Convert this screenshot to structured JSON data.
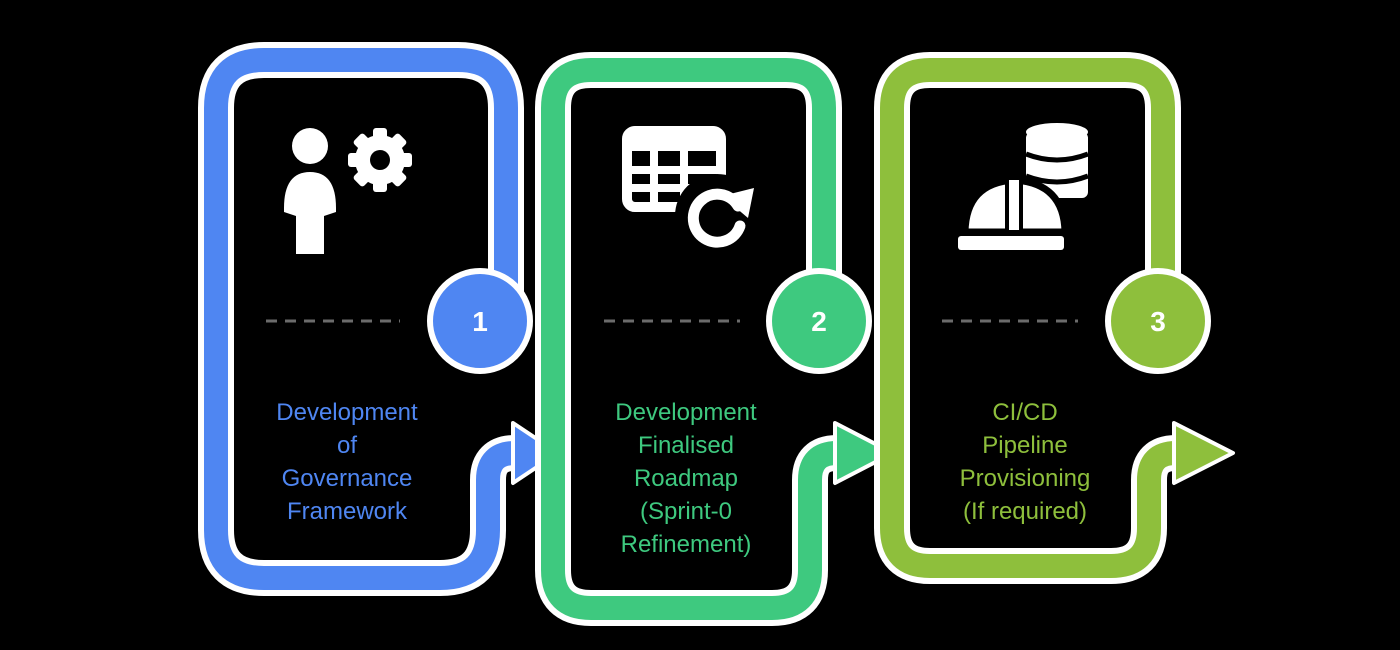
{
  "colors": {
    "background": "#000000",
    "step1": "#4f86f2",
    "step2": "#3ec97f",
    "step3": "#8ebf3c",
    "icon": "#ffffff",
    "divider": "#6b6b6b"
  },
  "steps": [
    {
      "number": "1",
      "text": "Development\nof\nGovernance\nFramework",
      "icon": "person-gear-icon",
      "color": "#4f86f2"
    },
    {
      "number": "2",
      "text": "Development\nFinalised\nRoadmap\n(Sprint-0\nRefinement)",
      "icon": "table-refresh-icon",
      "color": "#3ec97f"
    },
    {
      "number": "3",
      "text": "CI/CD\nPipeline\nProvisioning\n(If required)",
      "icon": "hardhat-database-icon",
      "color": "#8ebf3c"
    }
  ]
}
